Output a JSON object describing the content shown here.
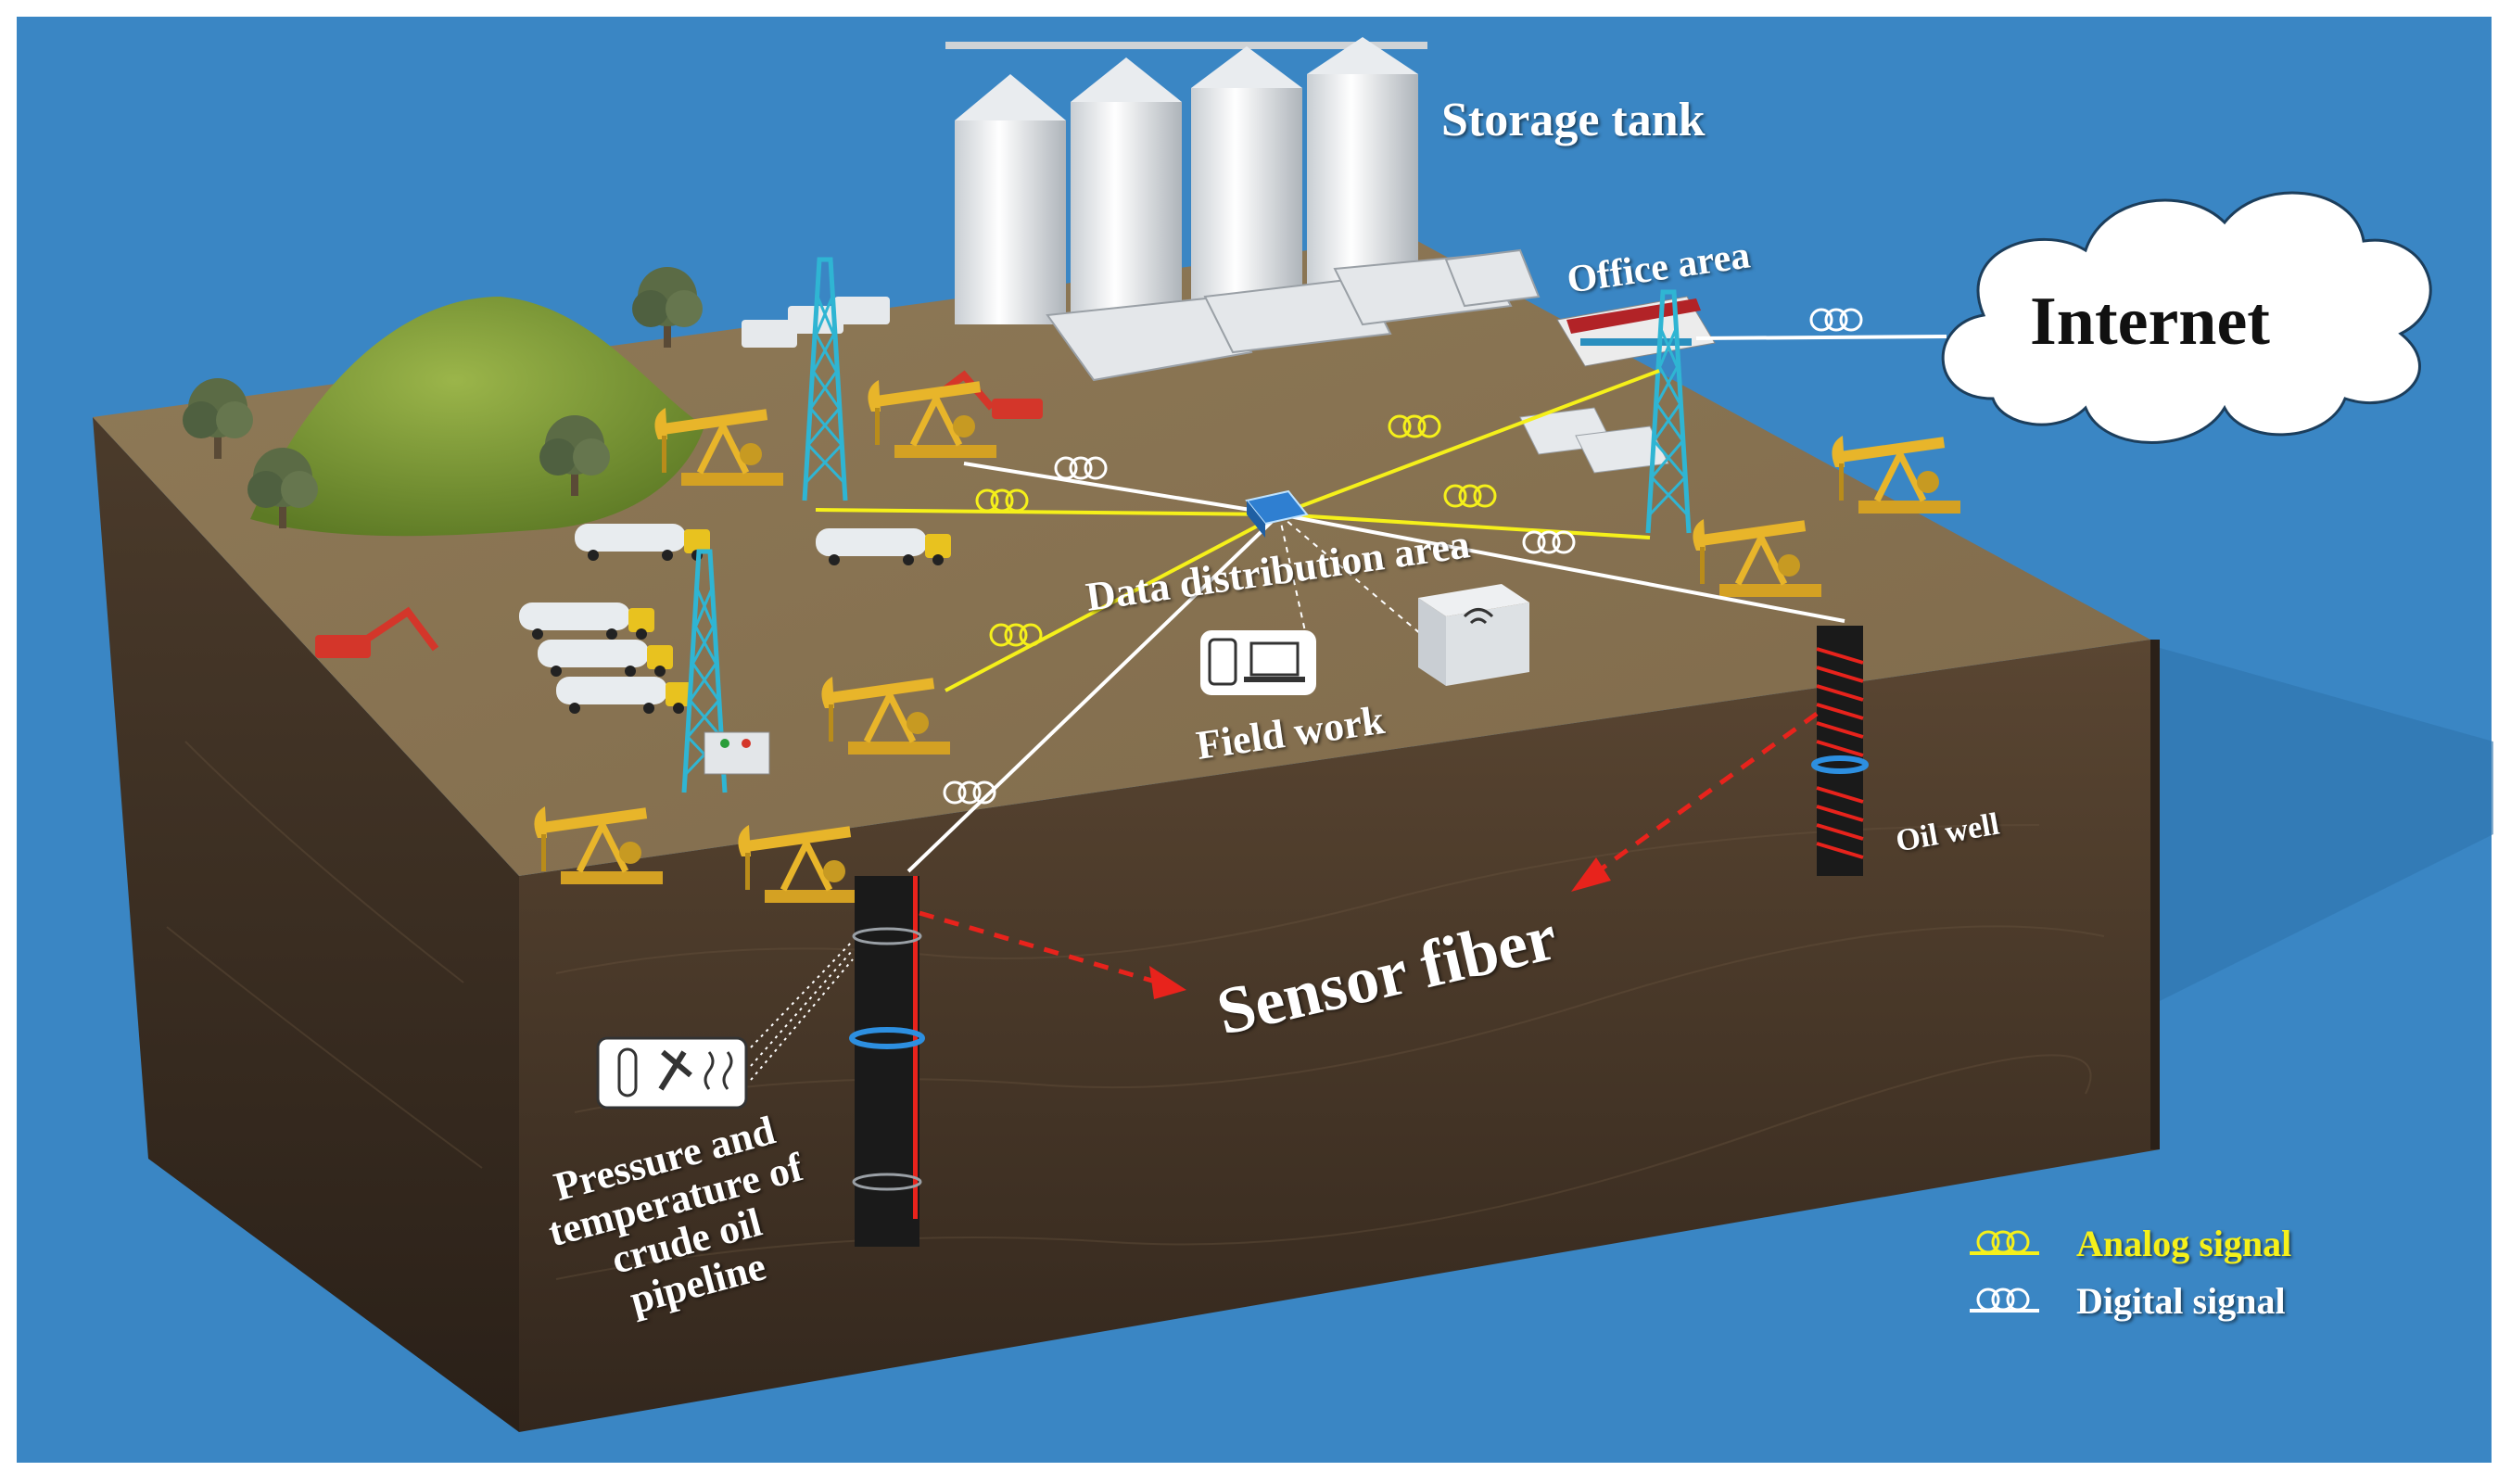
{
  "labels": {
    "storage_tank": "Storage tank",
    "office_area": "Office area",
    "internet": "Internet",
    "data_distribution_area": "Data distribution area",
    "field_work": "Field work",
    "oil_well": "Oil well",
    "sensor_fiber": "Sensor fiber",
    "pipeline_caption": "Pressure and temperature of crude oil pipeline"
  },
  "legend": {
    "analog": "Analog signal",
    "digital": "Digital signal"
  },
  "colors": {
    "background": "#3a86c4",
    "ground_top": "#8b7453",
    "soil_front": "#4a3a2b",
    "soil_side": "#3d3025",
    "analog_signal": "#f5f01a",
    "digital_signal": "#ffffff",
    "sensor_fiber": "#e8231c",
    "derrick": "#2fb5d3",
    "pump_jack": "#e8b52a",
    "hill": "#6f8e2f"
  }
}
